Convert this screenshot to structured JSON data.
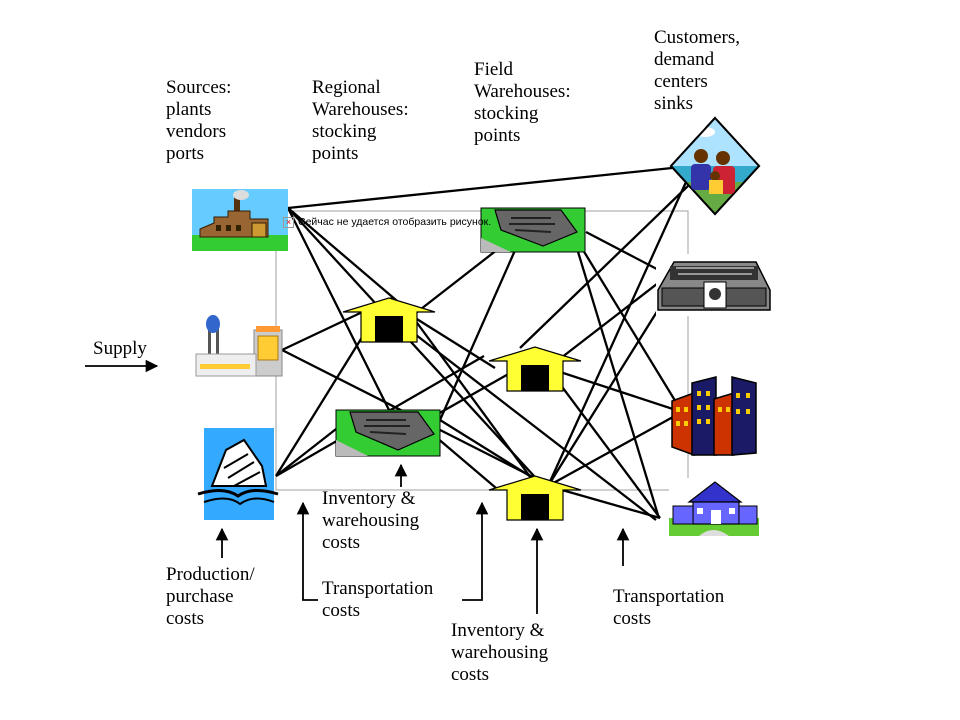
{
  "labels": {
    "sources": [
      "Sources:",
      "plants",
      "vendors",
      "ports"
    ],
    "regional": [
      "Regional",
      "Warehouses:",
      "stocking",
      "points"
    ],
    "field": [
      "Field",
      "Warehouses:",
      "stocking",
      "points"
    ],
    "customers": [
      "Customers,",
      "demand",
      "centers",
      "sinks"
    ],
    "supply": "Supply",
    "production_cost": [
      "Production/",
      "purchase",
      "costs"
    ],
    "inventory_cost_1": [
      "Inventory &",
      "warehousing",
      "costs"
    ],
    "transport_cost_1": [
      "Transportation",
      "costs"
    ],
    "inventory_cost_2": [
      "Inventory &",
      "warehousing",
      "costs"
    ],
    "transport_cost_2": [
      "Transportation",
      "costs"
    ]
  },
  "broken_image": "Сейчас не удается отобразить рисунок.",
  "icons": {
    "source_1": "factory-icon",
    "source_2": "plant-icon",
    "source_3": "port-ship-icon",
    "regional_1": "warehouse-icon",
    "regional_2": "warehouse-icon",
    "field_1": "warehouse-icon",
    "field_2": "warehouse-icon",
    "field_3": "warehouse-icon",
    "customer_1": "customers-people-icon",
    "customer_2": "market-building-icon",
    "customer_3": "city-icon",
    "customer_4": "town-house-icon"
  },
  "colors": {
    "line": "#000000",
    "warehouse_arrow": "#ffff33",
    "grass": "#33cc33",
    "sky": "#66ccff"
  }
}
